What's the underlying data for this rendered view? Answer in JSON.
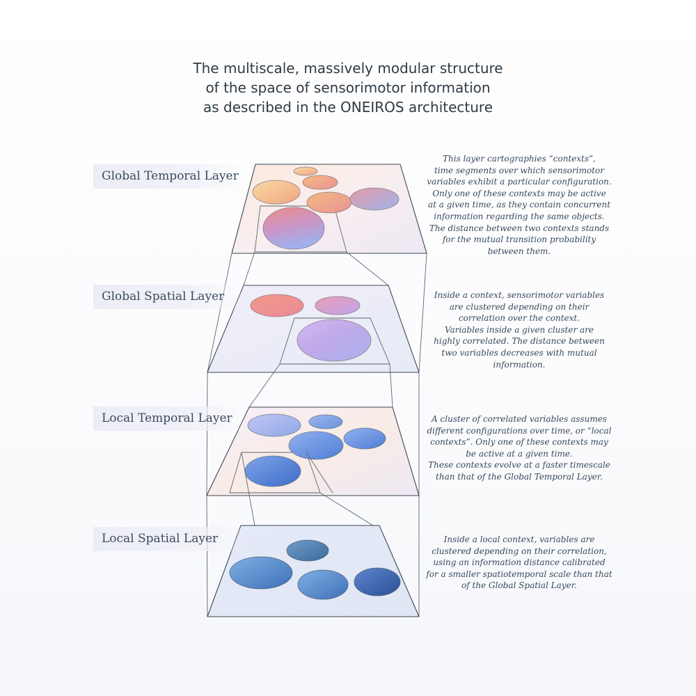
{
  "title": {
    "lines": [
      "The multiscale, massively modular structure",
      "of the space of sensorimotor information",
      "as described in the ONEIROS architecture"
    ]
  },
  "layers": [
    {
      "label": "Global Temporal Layer",
      "description": [
        "This layer cartographies “contexts”,",
        "time segments over which sensorimotor",
        "variables exhibit a particular configuration.",
        "Only one of these contexts may be active",
        "at a given time, as they contain concurrent",
        "information regarding the same objects.",
        "The distance between two contexts stands",
        "for the mutual  transition probability",
        "between them."
      ]
    },
    {
      "label": "Global Spatial Layer",
      "description": [
        "Inside a context, sensorimotor variables",
        "are clustered depending on their",
        "correlation over the context.",
        "Variables inside a given cluster are",
        "highly correlated. The distance between",
        "two variables decreases with mutual",
        "information."
      ]
    },
    {
      "label": "Local Temporal Layer",
      "description": [
        "A cluster of correlated variables assumes",
        "different configurations over time, or “local",
        "contexts”. Only one of these contexts may",
        "be active at a given time.",
        "These contexts evolve at a faster timescale",
        "than that of the Global Temporal Layer."
      ]
    },
    {
      "label": "Local Spatial Layer",
      "description": [
        "Inside a local context, variables are",
        "clustered depending on their correlation,",
        "using an information distance calibrated",
        "for a smaller spatiotemporal scale than that",
        "of the Global Spatial Layer."
      ]
    }
  ],
  "colors": {
    "title_text": "#2e3a44",
    "label_text": "#3a4a5c",
    "description_text": "#36495c",
    "plane_outline": "#3c4652",
    "orange": "#f2b77c",
    "pink": "#ec8f95",
    "violet": "#b7a3e6",
    "blue": "#5f8ed8",
    "dark_blue": "#2f5aa2",
    "teal": "#3f7fa6"
  }
}
